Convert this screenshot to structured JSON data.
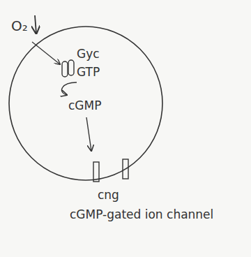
{
  "diagram": {
    "labels": [
      "O₂",
      "Gyc",
      "GTP",
      "cGMP",
      "cng",
      "cGMP-gated ion channel"
    ]
  }
}
